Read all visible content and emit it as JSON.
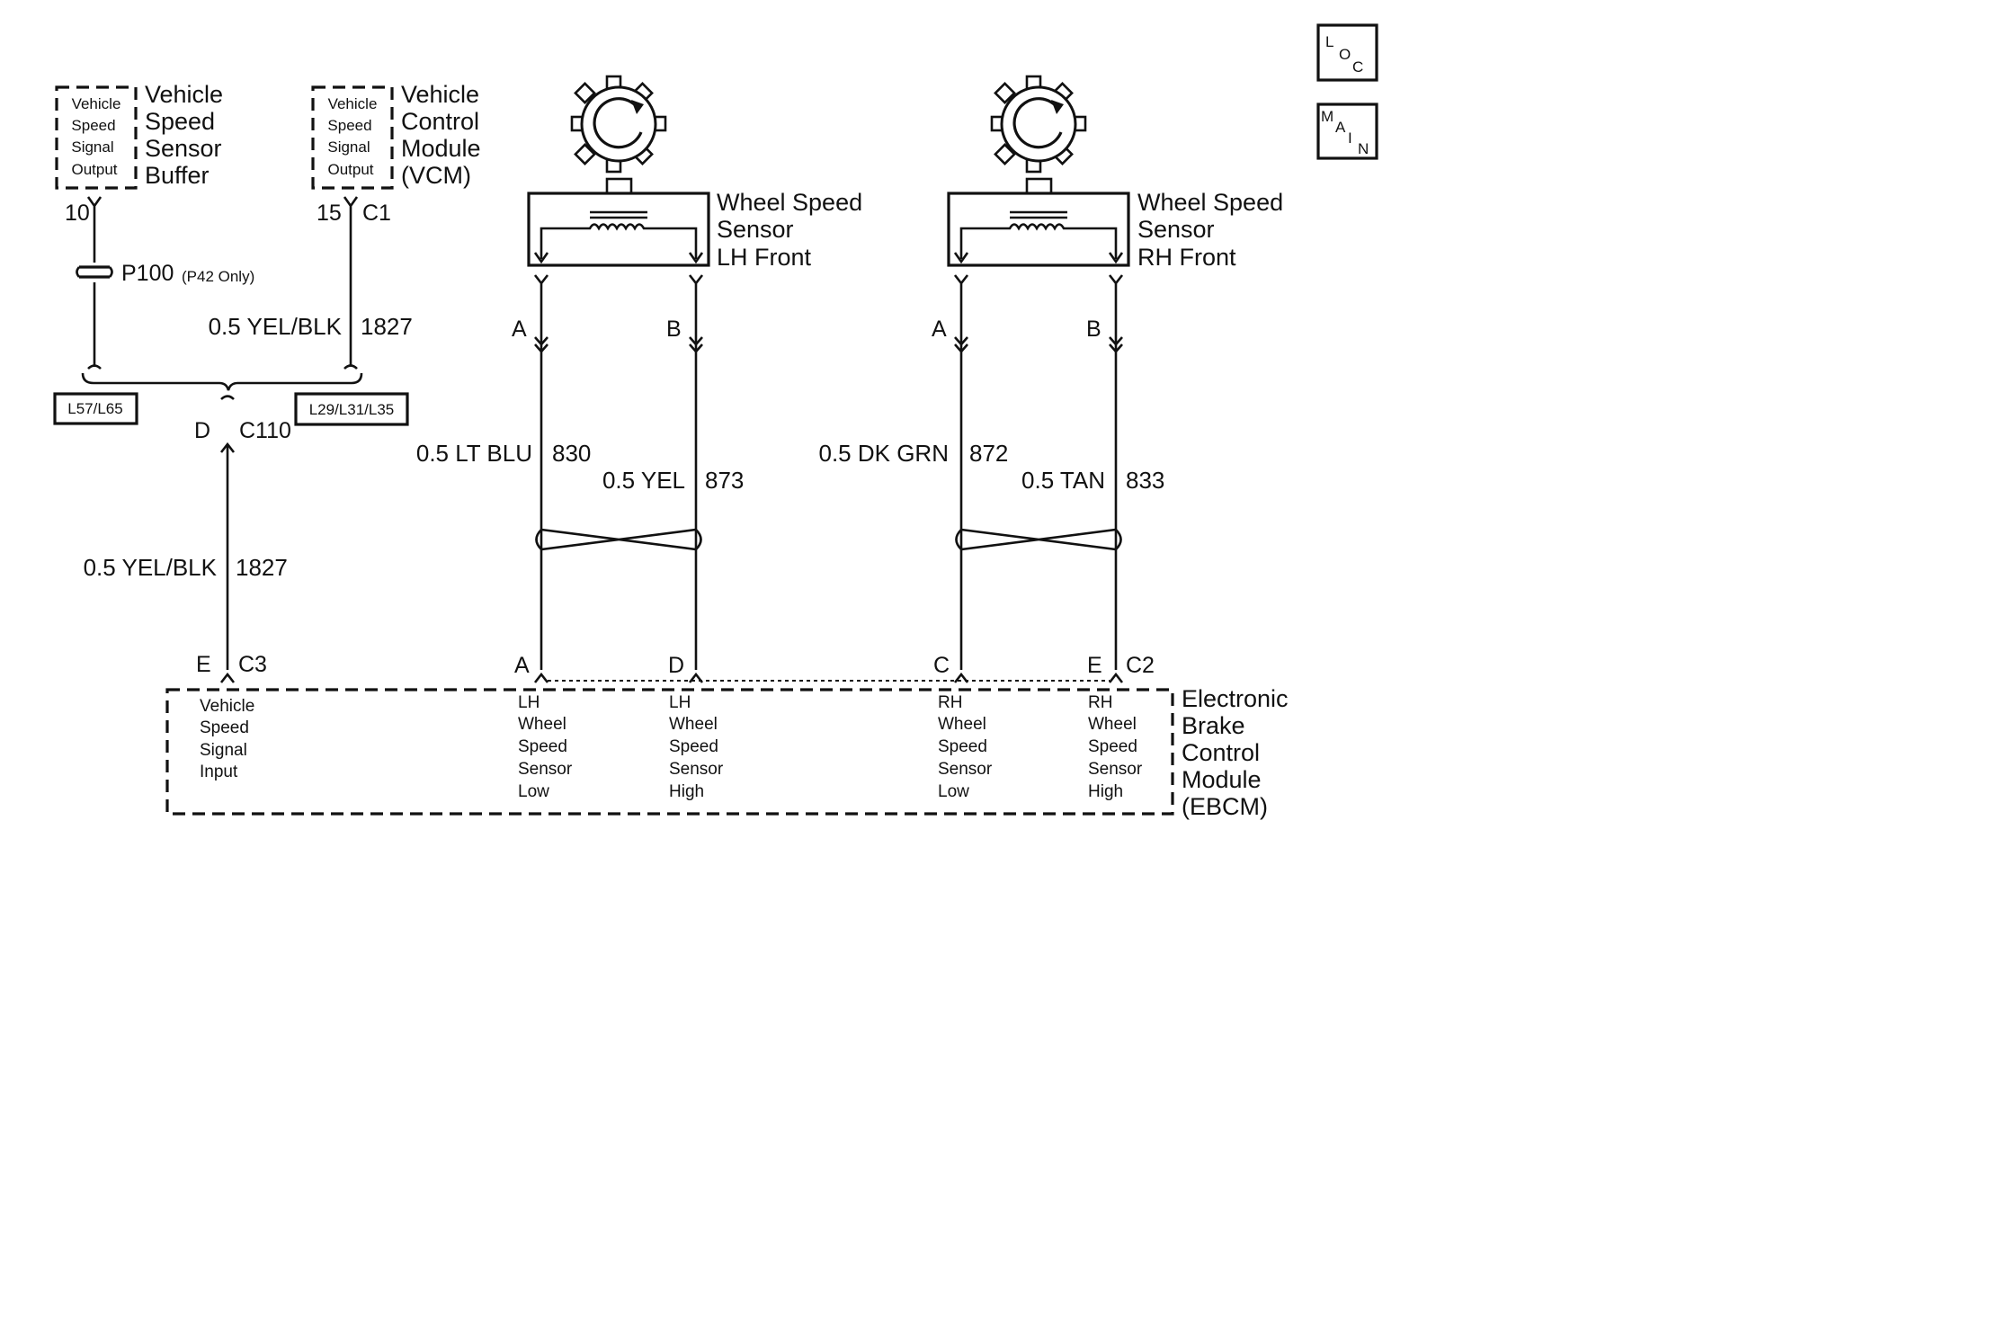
{
  "nav": {
    "loc_letters": [
      "L",
      "O",
      "C"
    ],
    "main_letters": [
      "M",
      "A",
      "I",
      "N"
    ]
  },
  "vssb": {
    "box_lines": [
      "Vehicle",
      "Speed",
      "Signal",
      "Output"
    ],
    "title_lines": [
      "Vehicle",
      "Speed",
      "Sensor",
      "Buffer"
    ],
    "pin": "10",
    "splice": "P100",
    "splice_note": "(P42 Only)",
    "option": "L57/L65"
  },
  "vcm": {
    "box_lines": [
      "Vehicle",
      "Speed",
      "Signal",
      "Output"
    ],
    "title_lines": [
      "Vehicle",
      "Control",
      "Module",
      "(VCM)"
    ],
    "pin": "15",
    "connector": "C1",
    "wire": "0.5 YEL/BLK",
    "circuit": "1827",
    "option": "L29/L31/L35"
  },
  "c110": {
    "pin": "D",
    "connector": "C110",
    "wire": "0.5 YEL/BLK",
    "circuit": "1827"
  },
  "lh_sensor": {
    "title_lines": [
      "Wheel Speed",
      "Sensor",
      "LH Front"
    ],
    "pin_a": "A",
    "pin_b": "B",
    "wire_a": "0.5 LT BLU",
    "circuit_a": "830",
    "wire_b": "0.5 YEL",
    "circuit_b": "873"
  },
  "rh_sensor": {
    "title_lines": [
      "Wheel Speed",
      "Sensor",
      "RH Front"
    ],
    "pin_a": "A",
    "pin_b": "B",
    "wire_a": "0.5 DK GRN",
    "circuit_a": "872",
    "wire_b": "0.5 TAN",
    "circuit_b": "833"
  },
  "ebcm": {
    "title_lines": [
      "Electronic",
      "Brake",
      "Control",
      "Module",
      "(EBCM)"
    ],
    "c3_pin": "E",
    "c3_connector": "C3",
    "c2_pins": [
      "A",
      "D",
      "C",
      "E"
    ],
    "c2_connector": "C2",
    "inputs": [
      [
        "Vehicle",
        "Speed",
        "Signal",
        "Input"
      ],
      [
        "LH",
        "Wheel",
        "Speed",
        "Sensor",
        "Low"
      ],
      [
        "LH",
        "Wheel",
        "Speed",
        "Sensor",
        "High"
      ],
      [
        "RH",
        "Wheel",
        "Speed",
        "Sensor",
        "Low"
      ],
      [
        "RH",
        "Wheel",
        "Speed",
        "Sensor",
        "High"
      ]
    ]
  }
}
